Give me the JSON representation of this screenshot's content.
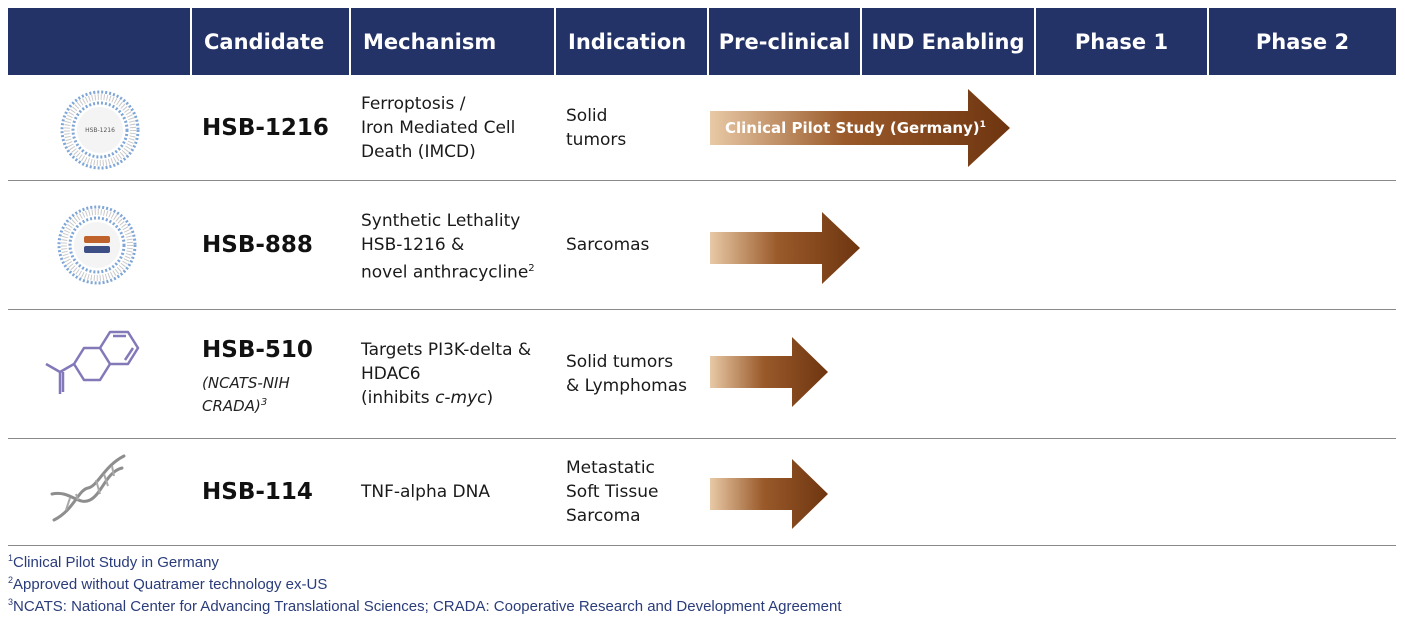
{
  "header": {
    "col_blank": "",
    "candidate": "Candidate",
    "mechanism": "Mechanism",
    "indication": "Indication",
    "preclinical": "Pre-clinical",
    "ind_enabling": "IND Enabling",
    "phase1": "Phase 1",
    "phase2": "Phase 2"
  },
  "rows": [
    {
      "icon": "nanoparticle-icon",
      "icon_text": "HSB-1216",
      "candidate": "HSB-1216",
      "mechanism": [
        "Ferroptosis /",
        "Iron Mediated Cell",
        "Death (IMCD)"
      ],
      "indication": [
        "Solid",
        "tumors"
      ],
      "arrow_label": "Clinical Pilot Study (Germany)",
      "arrow_label_sup": "1",
      "progress_stage": "IND Enabling"
    },
    {
      "icon": "nanoparticle-combo-icon",
      "candidate": "HSB-888",
      "mechanism": [
        "Synthetic Lethality",
        "HSB-1216 &",
        "novel anthracycline"
      ],
      "mechanism_sup": "2",
      "indication": [
        "Sarcomas"
      ],
      "progress_stage": "Pre-clinical"
    },
    {
      "icon": "molecule-structure-icon",
      "candidate": "HSB-510",
      "candidate_sub": [
        "(NCATS-NIH",
        "CRADA)"
      ],
      "candidate_sub_sup": "3",
      "mechanism": [
        "Targets PI3K-delta &",
        "HDAC6",
        "(inhibits ",
        "c-myc",
        ")"
      ],
      "indication": [
        "Solid tumors",
        "& Lymphomas"
      ],
      "progress_stage": "Pre-clinical"
    },
    {
      "icon": "dna-helix-icon",
      "candidate": "HSB-114",
      "mechanism": [
        "TNF-alpha DNA"
      ],
      "indication": [
        "Metastatic",
        "Soft Tissue",
        "Sarcoma"
      ],
      "progress_stage": "Pre-clinical"
    }
  ],
  "footnotes": [
    {
      "num": "1",
      "text": "Clinical Pilot Study in Germany"
    },
    {
      "num": "2",
      "text": "Approved without Quatramer technology ex-US"
    },
    {
      "num": "3",
      "text": "NCATS: National Center for Advancing Translational Sciences; CRADA: Cooperative Research and Development Agreement"
    }
  ],
  "colors": {
    "header_bg": "#233267",
    "arrow_dark": "#7a3e12",
    "arrow_light": "#e8c9a6",
    "footnote_text": "#2a3c7a"
  }
}
